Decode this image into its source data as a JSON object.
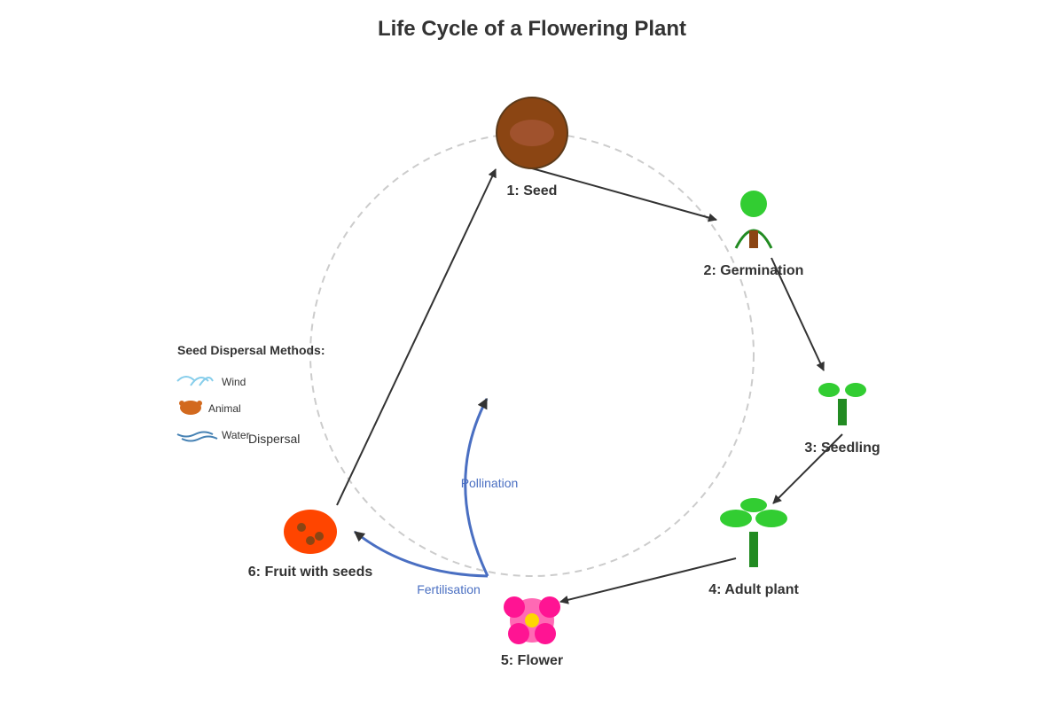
{
  "title": "Life Cycle of a Flowering Plant",
  "stages": [
    {
      "id": "seed",
      "label": "1: Seed"
    },
    {
      "id": "germination",
      "label": "2: Germination"
    },
    {
      "id": "seedling",
      "label": "3: Seedling"
    },
    {
      "id": "adult",
      "label": "4: Adult plant"
    },
    {
      "id": "flower",
      "label": "5: Flower"
    },
    {
      "id": "fruit",
      "label": "6: Fruit with seeds"
    }
  ],
  "processes": {
    "pollination": "Pollination",
    "fertilisation": "Fertilisation",
    "dispersal": "Dispersal"
  },
  "legend": {
    "title": "Seed Dispersal Methods:",
    "items": [
      {
        "label": "Wind",
        "icon": "wind-icon"
      },
      {
        "label": "Animal",
        "icon": "animal-icon"
      },
      {
        "label": "Water",
        "icon": "water-icon"
      }
    ]
  },
  "colors": {
    "seed": "#8b4513",
    "seed_highlight": "#a0522d",
    "leaf": "#32cd32",
    "stem": "#228b22",
    "flower_petal": "#ff1493",
    "flower_center_bg": "#ff69b4",
    "flower_pistil": "#ffd700",
    "fruit": "#ff4500",
    "arrow": "#333333",
    "process_arrow": "#4a6fc2",
    "cycle_guide": "#cccccc",
    "wind": "#87ceeb",
    "water": "#4682b4",
    "animal": "#d2691e"
  }
}
